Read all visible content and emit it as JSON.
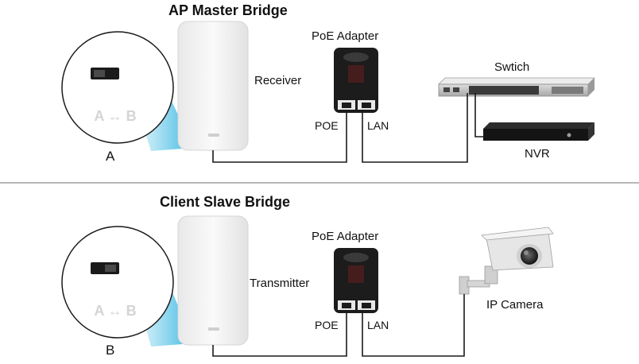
{
  "sections": [
    {
      "title": "AP Master Bridge",
      "bridge_role": "Receiver",
      "switch_letter": "A",
      "poe_adapter_label": "PoE Adapter",
      "poe_port_label": "POE",
      "lan_port_label": "LAN"
    },
    {
      "title": "Client Slave Bridge",
      "bridge_role": "Transmitter",
      "switch_letter": "B",
      "poe_adapter_label": "PoE Adapter",
      "poe_port_label": "POE",
      "lan_port_label": "LAN"
    }
  ],
  "dip_switch_text": "A ↔ B",
  "devices": {
    "switch_label": "Swtich",
    "nvr_label": "NVR",
    "camera_label": "IP Camera"
  },
  "colors": {
    "wire": "#1a1a1a",
    "beam": "#5ec6e8",
    "divider": "#8c8c8c",
    "device_dark": "#1c1c1c",
    "bridge_body": "#f2f2f2"
  }
}
